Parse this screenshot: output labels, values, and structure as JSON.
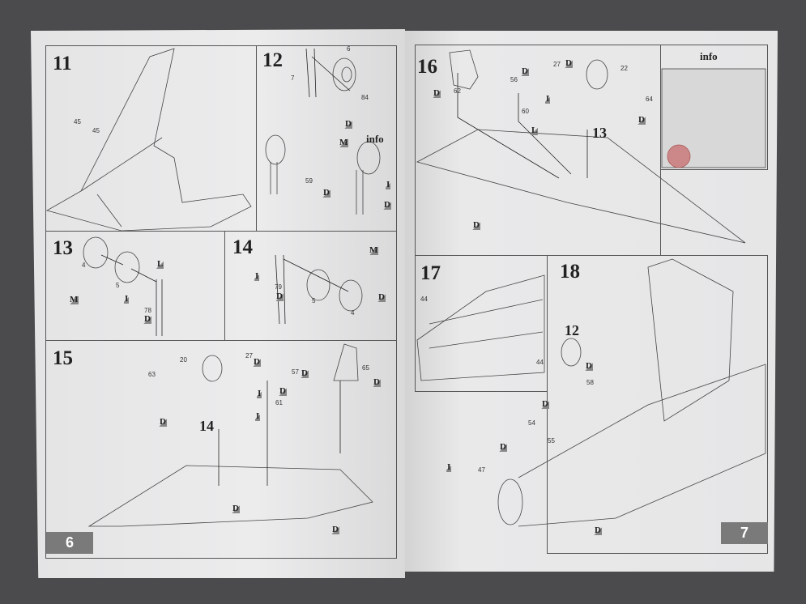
{
  "left_page": {
    "page_number": "6",
    "step11": {
      "number": "11",
      "labels": [
        "45",
        "45"
      ]
    },
    "step12": {
      "number": "12",
      "labels": [
        "6",
        "7",
        "84",
        "59"
      ],
      "info": "info",
      "badges": [
        "D",
        "M",
        "I",
        "D",
        "D"
      ]
    },
    "step13": {
      "number": "13",
      "labels": [
        "4",
        "5",
        "78"
      ],
      "badges": [
        "L",
        "M",
        "I",
        "D"
      ]
    },
    "step14": {
      "number": "14",
      "labels": [
        "79",
        "5",
        "4"
      ],
      "badges": [
        "M",
        "I",
        "D",
        "D"
      ]
    },
    "step15": {
      "number": "15",
      "labels": [
        "20",
        "63",
        "27",
        "57",
        "61",
        "65"
      ],
      "subassembly": "14",
      "badges": [
        "D",
        "D",
        "D",
        "I",
        "I",
        "D",
        "D",
        "D",
        "D"
      ]
    }
  },
  "right_page": {
    "page_number": "7",
    "step16": {
      "number": "16",
      "labels": [
        "62",
        "56",
        "27",
        "60",
        "22",
        "64"
      ],
      "subassembly": "13",
      "badges": [
        "D",
        "D",
        "D",
        "I",
        "L",
        "D",
        "D"
      ]
    },
    "info_panel": {
      "title": "info"
    },
    "step17": {
      "number": "17",
      "labels": [
        "44",
        "44"
      ]
    },
    "step18": {
      "number": "18",
      "labels": [
        "58",
        "54",
        "55",
        "47"
      ],
      "subassembly": "12",
      "badges": [
        "D",
        "D",
        "D",
        "I",
        "D"
      ]
    }
  }
}
